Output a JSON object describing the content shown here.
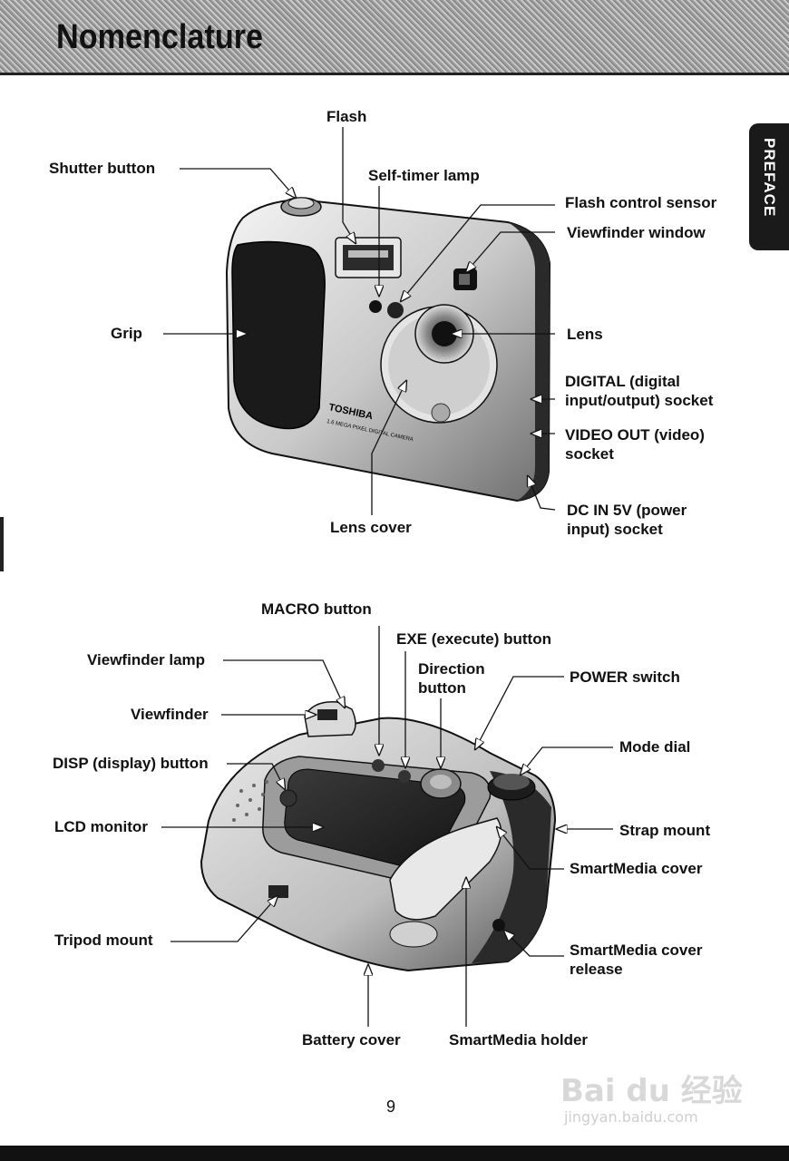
{
  "header": {
    "title": "Nomenclature"
  },
  "side_tab": {
    "label": "PREFACE"
  },
  "front_view": {
    "labels": {
      "flash": "Flash",
      "shutter_button": "Shutter button",
      "self_timer_lamp": "Self-timer lamp",
      "flash_control_sensor": "Flash control sensor",
      "viewfinder_window": "Viewfinder window",
      "grip": "Grip",
      "lens": "Lens",
      "digital_socket_line1": "DIGITAL  (digital",
      "digital_socket_line2": "input/output) socket",
      "video_out_line1": "VIDEO OUT (video)",
      "video_out_line2": "socket",
      "dc_in_line1": "DC IN 5V (power",
      "dc_in_line2": "input) socket",
      "lens_cover": "Lens cover"
    },
    "body_print_brand": "TOSHIBA",
    "body_print_model": "1.6 MEGA PIXEL DIGITAL CAMERA"
  },
  "back_view": {
    "labels": {
      "macro_button": "MACRO button",
      "exe_button": "EXE (execute) button",
      "viewfinder_lamp": "Viewfinder lamp",
      "direction_button_line1": "Direction",
      "direction_button_line2": "button",
      "power_switch": "POWER switch",
      "viewfinder": "Viewfinder",
      "mode_dial": "Mode dial",
      "disp_button": "DISP (display) button",
      "lcd_monitor": "LCD monitor",
      "strap_mount": "Strap mount",
      "smartmedia_cover": "SmartMedia cover",
      "tripod_mount": "Tripod mount",
      "smartmedia_release_line1": "SmartMedia cover",
      "smartmedia_release_line2": "release",
      "battery_cover": "Battery cover",
      "smartmedia_holder": "SmartMedia holder"
    }
  },
  "footer": {
    "page_number": "9",
    "watermark": "Bai du 经验",
    "watermark_url": "jingyan.baidu.com"
  }
}
